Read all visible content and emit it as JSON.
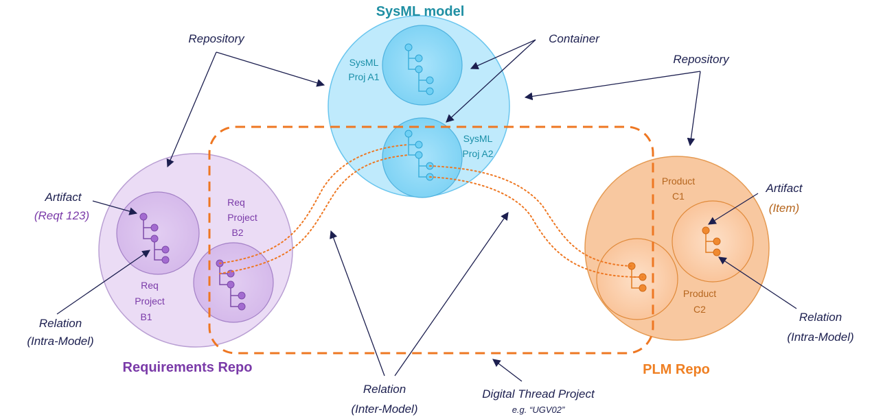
{
  "diagram": {
    "sysml_repo_title": "SysML model",
    "req_repo_title": "Requirements Repo",
    "plm_repo_title": "PLM Repo",
    "sysml_proj_a1": [
      "SysML",
      "Proj A1"
    ],
    "sysml_proj_a2": [
      "SysML",
      "Proj A2"
    ],
    "req_project_b1": [
      "Req",
      "Project",
      "B1"
    ],
    "req_project_b2": [
      "Req",
      "Project",
      "B2"
    ],
    "product_c1": [
      "Product",
      "C1"
    ],
    "product_c2": [
      "Product",
      "C2"
    ],
    "annotations": {
      "repository_left": "Repository",
      "repository_right": "Repository",
      "container": "Container",
      "artifact_left": "Artifact",
      "artifact_left_example": "(Reqt 123)",
      "artifact_right": "Artifact",
      "artifact_right_example": "(Item)",
      "relation_intra_left": [
        "Relation",
        "(Intra-Model)"
      ],
      "relation_intra_right": [
        "Relation",
        "(Intra-Model)"
      ],
      "relation_inter": [
        "Relation",
        "(Inter-Model)"
      ],
      "digital_thread": "Digital Thread Project",
      "digital_thread_example": "e.g. “UGV02”"
    },
    "colors": {
      "sysml_fill": "#bde9fb",
      "sysml_stroke": "#6cc4ee",
      "sysml_title": "#1f8fa3",
      "sysml_node": "#6fd0f4",
      "req_fill": "#e9daf3",
      "req_stroke": "#b59ad0",
      "req_title": "#7a3aa8",
      "req_node": "#a36bd0",
      "plm_fill": "#f9c89e",
      "plm_stroke": "#e59a52",
      "plm_title": "#ef7f22",
      "plm_node": "#f08a30",
      "thread": "#ee7722",
      "annotation": "#1c1f4f"
    }
  }
}
